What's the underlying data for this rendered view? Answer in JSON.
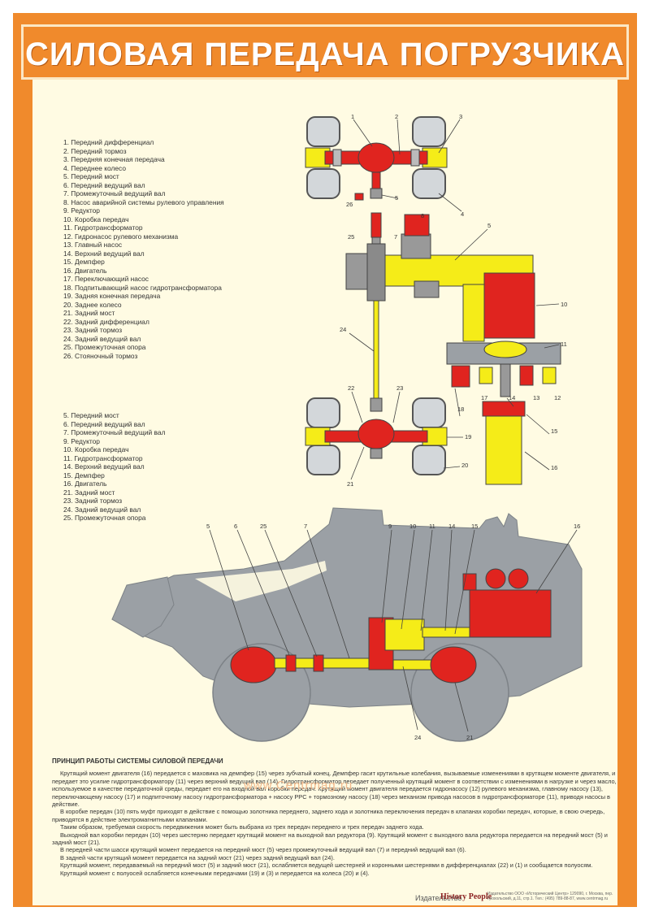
{
  "title": "СИЛОВАЯ ПЕРЕДАЧА ПОГРУЗЧИКА",
  "legend_top": [
    "1. Передний дифференциал",
    "2. Передний тормоз",
    "3. Передняя конечная передача",
    "4. Переднее колесо",
    "5. Передний мост",
    "6. Передний ведущий вал",
    "7. Промежуточный ведущий вал",
    "8. Насос аварийной системы рулевого управления",
    "9. Редуктор",
    "10. Коробка передач",
    "11. Гидротрансформатор",
    "12. Гидронасос рулевого механизма",
    "13. Главный насос",
    "14. Верхний ведущий вал",
    "15. Демпфер",
    "16. Двигатель",
    "17. Переключающий насос",
    "18. Подпитывающий насос гидротрансформатора",
    "19. Задняя конечная передача",
    "20. Заднее колесо",
    "21. Задний мост",
    "22. Задний дифференциал",
    "23. Задний тормоз",
    "24. Задний ведущий вал",
    "25. Промежуточная опора",
    "26. Стояночный тормоз"
  ],
  "legend_mid": [
    "5. Передний мост",
    "6. Передний ведущий вал",
    "7. Промежуточный ведущий вал",
    "9. Редуктор",
    "10. Коробка передач",
    "11. Гидротрансформатор",
    "14. Верхний ведущий вал",
    "15. Демпфер",
    "16. Двигатель",
    "21. Задний мост",
    "23. Задний тормоз",
    "24. Задний ведущий вал",
    "25. Промежуточная опора"
  ],
  "callouts_top": {
    "c1": "1",
    "c2": "2",
    "c3": "3",
    "c4": "4",
    "c5": "5",
    "c26": "26",
    "c25": "25",
    "c7": "7",
    "c8": "8",
    "c9": "5",
    "c10": "10",
    "c11": "11",
    "c24": "24",
    "c14": "14",
    "c13": "13",
    "c12": "12",
    "c17": "17",
    "c18": "18",
    "c22": "22",
    "c23": "23",
    "c19": "19",
    "c15": "15",
    "c16": "16",
    "c21": "21",
    "c20": "20"
  },
  "callouts_side": {
    "s5": "5",
    "s6": "6",
    "s25": "25",
    "s7": "7",
    "s9": "9",
    "s10": "10",
    "s11": "11",
    "s14": "14",
    "s15": "15",
    "s16": "16",
    "s24": "24",
    "s21": "21"
  },
  "principle": {
    "title": "ПРИНЦИП РАБОТЫ СИСТЕМЫ СИЛОВОЙ ПЕРЕДАЧИ",
    "paragraphs": [
      "Крутящий момент двигателя (16) передается с маховика на демпфер (15) через зубчатый конец. Демпфер гасит крутильные колебания, вызываемые изменениями в крутящем моменте двигателя, и передает это усилие гидротрансформатору (11) через верхний ведущий вал (14). Гидротрансформатор передает полученный крутящий момент в соответствии с изменениями в нагрузке и через масло, используемое в качестве передаточной среды, передает его на входной вал коробки передач. Крутящий момент двигателя передается гидронасосу (12) рулевого механизма, главному насосу (13), переключающему насосу (17) и подпиточному насосу гидротрансформатора + насосу PPC + тормозному насосу (18) через механизм привода насосов в гидротрансформаторе (11), приводя насосы в действие.",
      "В коробке передач (10) пять муфт приходят в действие с помощью золотника переднего, заднего хода и золотника переключения передач в клапанах коробки передач, которые, в свою очередь, приводятся в действие электромагнитными клапанами.",
      "Таким образом, требуемая скорость передвижения может быть выбрана из трех передач переднего и трех передач заднего хода.",
      "Выходной вал коробки передач (10) через шестерню передает крутящий момент на выходной вал редуктора (9). Крутящий момент с выходного вала редуктора передается на передний мост (5) и задний мост (21).",
      "В передней части шасси крутящий момент передается на передний мост (5) через промежуточный ведущий вал (7) и передний ведущий вал (6).",
      "В задней части крутящий момент передается на задний мост (21) через задний ведущий вал (24).",
      "Крутящий момент, передаваемый на передний мост (5) и задний мост (21), ослабляется ведущей шестерней и коронными шестернями в дифференциалах (22) и (1) и сообщается полуосям.",
      "Крутящий момент с полуосей ослабляется конечными передачами (19) и (3) и передается на колеса (20) и (4)."
    ]
  },
  "watermark": "www.Centrmag.ru",
  "publisher": {
    "prefix": "Издательство",
    "logo": "History People",
    "fine_print": "Издательство ООО «Исторический Центр» 129090, г. Москва, пер. Грохольский, д.11, стр.1. Тел.: (495) 789-88-87, www.centrmag.ru"
  },
  "colors": {
    "border_orange": "#f08a2c",
    "paper": "#fffbe3",
    "red": "#e0241f",
    "yellow": "#f5ec18",
    "gray": "#8a8a8a",
    "body_gray": "#9ba0a5"
  }
}
